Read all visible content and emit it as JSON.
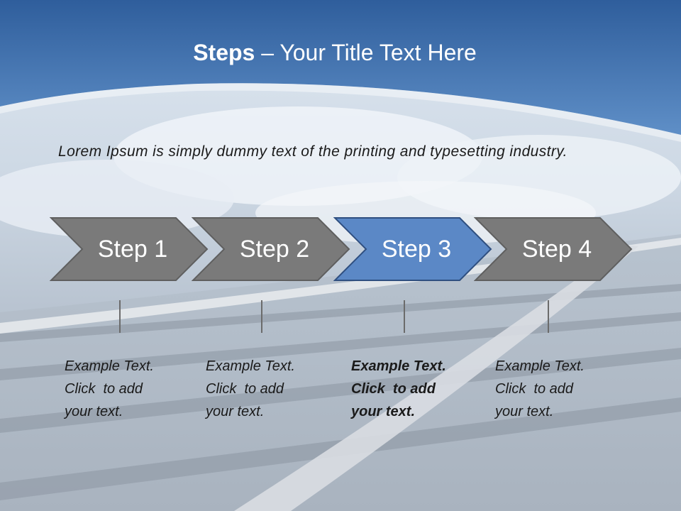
{
  "slide": {
    "title_bold": "Steps",
    "title_rest": " – Your Title Text Here",
    "intro": "Lorem Ipsum is simply dummy text of the printing and typesetting industry."
  },
  "steps": [
    {
      "label": "Step 1",
      "lines": [
        "Example Text.",
        "Click  to add",
        "your text."
      ],
      "active": false
    },
    {
      "label": "Step 2",
      "lines": [
        "Example Text.",
        "Click  to add",
        "your text."
      ],
      "active": false
    },
    {
      "label": "Step 3",
      "lines": [
        "Example Text.",
        "Click  to add",
        "your text."
      ],
      "active": true
    },
    {
      "label": "Step 4",
      "lines": [
        "Example Text.",
        "Click  to add",
        "your text."
      ],
      "active": false
    }
  ],
  "colors": {
    "header_blue": "#4a78b0",
    "step_gray": "#7a7a7a",
    "step_active": "#5b88c6"
  }
}
